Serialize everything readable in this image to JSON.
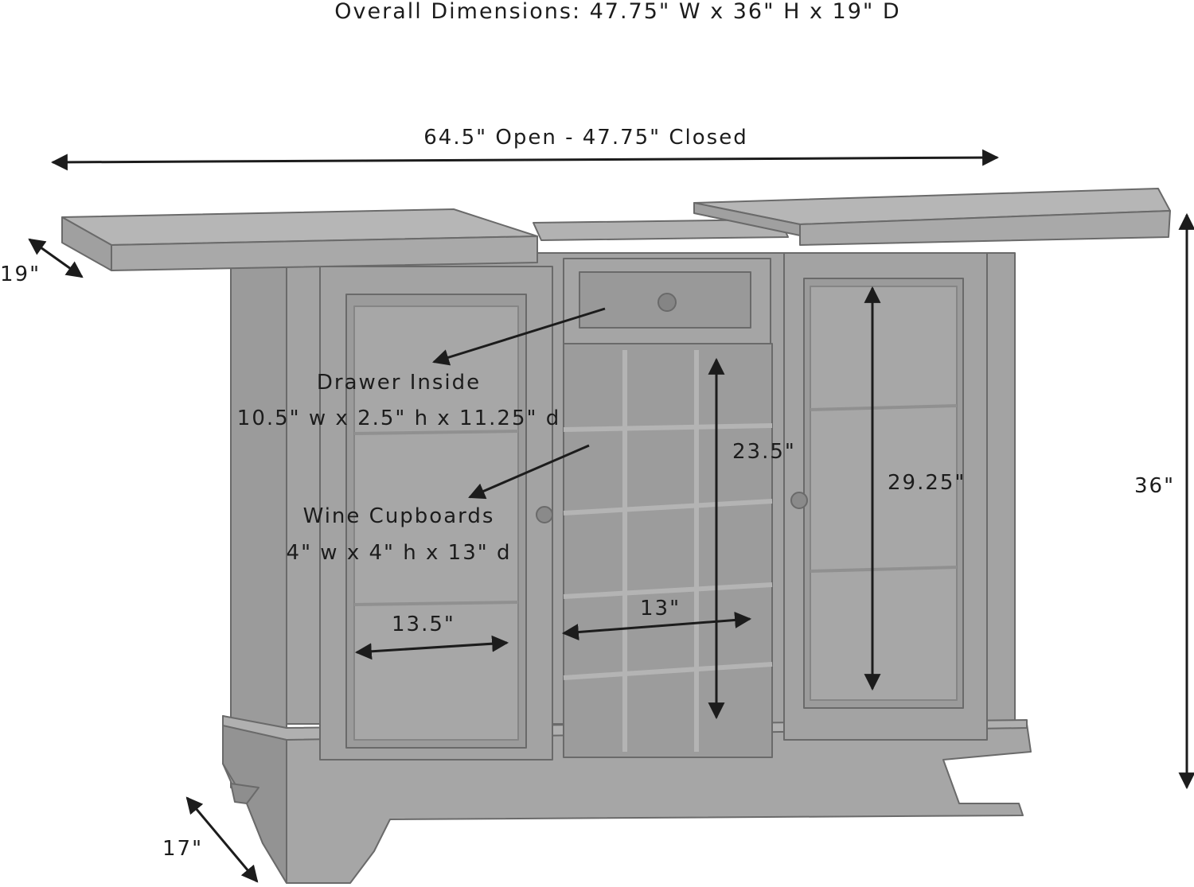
{
  "title": "Overall Dimensions: 47.75\" W x 36\" H x 19\" D",
  "labels": {
    "width_open_closed": "64.5\" Open - 47.75\" Closed",
    "top_depth": "19\"",
    "base_depth": "17\"",
    "height": "36\"",
    "drawer_heading": "Drawer Inside",
    "drawer_dims": "10.5\" w x 2.5\" h x 11.25\" d",
    "wine_heading": "Wine Cupboards",
    "wine_dims": "4\" w x 4\" h x 13\" d",
    "left_cabinet_width": "13.5\"",
    "wine_rack_width": "13\"",
    "wine_rack_height": "23.5\"",
    "right_door_height": "29.25\""
  },
  "colors": {
    "cabinet_fill": "#a3a3a3",
    "cabinet_dark": "#8e8e8e",
    "cabinet_light": "#b4b4b4",
    "cabinet_line": "#6a6a6a",
    "dimension_line": "#1c1c1c"
  }
}
